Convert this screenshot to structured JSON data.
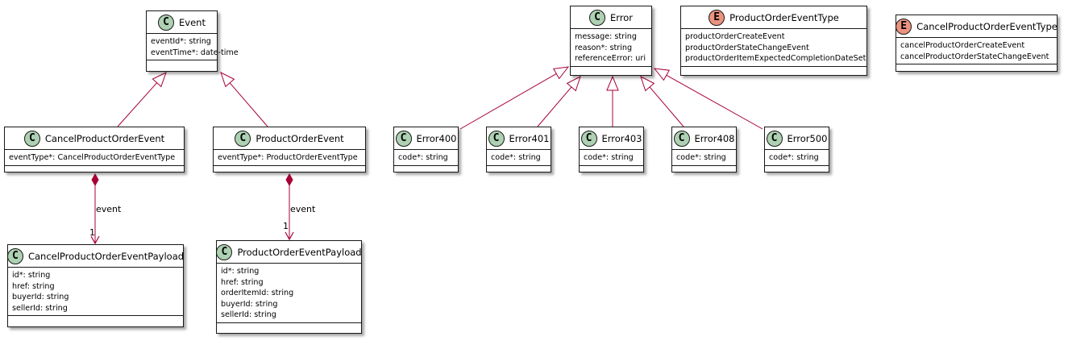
{
  "classes": {
    "event": {
      "name": "Event",
      "stereotype": "C",
      "attributes": [
        "eventId*: string",
        "eventTime*: date-time"
      ]
    },
    "cancel_event": {
      "name": "CancelProductOrderEvent",
      "stereotype": "C",
      "attributes": [
        "eventType*: CancelProductOrderEventType"
      ]
    },
    "product_event": {
      "name": "ProductOrderEvent",
      "stereotype": "C",
      "attributes": [
        "eventType*: ProductOrderEventType"
      ]
    },
    "cancel_payload": {
      "name": "CancelProductOrderEventPayload",
      "stereotype": "C",
      "attributes": [
        "id*: string",
        "href: string",
        "buyerId: string",
        "sellerId: string"
      ]
    },
    "product_payload": {
      "name": "ProductOrderEventPayload",
      "stereotype": "C",
      "attributes": [
        "id*: string",
        "href: string",
        "orderItemId: string",
        "buyerId: string",
        "sellerId: string"
      ]
    },
    "error": {
      "name": "Error",
      "stereotype": "C",
      "attributes": [
        "message: string",
        "reason*: string",
        "referenceError: uri"
      ]
    },
    "error400": {
      "name": "Error400",
      "stereotype": "C",
      "attributes": [
        "code*: string"
      ]
    },
    "error401": {
      "name": "Error401",
      "stereotype": "C",
      "attributes": [
        "code*: string"
      ]
    },
    "error403": {
      "name": "Error403",
      "stereotype": "C",
      "attributes": [
        "code*: string"
      ]
    },
    "error408": {
      "name": "Error408",
      "stereotype": "C",
      "attributes": [
        "code*: string"
      ]
    },
    "error500": {
      "name": "Error500",
      "stereotype": "C",
      "attributes": [
        "code*: string"
      ]
    },
    "product_event_type": {
      "name": "ProductOrderEventType",
      "stereotype": "E",
      "attributes": [
        "productOrderCreateEvent",
        "productOrderStateChangeEvent",
        "productOrderItemExpectedCompletionDateSet"
      ]
    },
    "cancel_event_type": {
      "name": "CancelProductOrderEventType",
      "stereotype": "E",
      "attributes": [
        "cancelProductOrderCreateEvent",
        "cancelProductOrderStateChangeEvent"
      ]
    }
  },
  "relations": [
    {
      "type": "inheritance",
      "from": "cancel_event",
      "to": "event"
    },
    {
      "type": "inheritance",
      "from": "product_event",
      "to": "event"
    },
    {
      "type": "inheritance",
      "from": "error400",
      "to": "error"
    },
    {
      "type": "inheritance",
      "from": "error401",
      "to": "error"
    },
    {
      "type": "inheritance",
      "from": "error403",
      "to": "error"
    },
    {
      "type": "inheritance",
      "from": "error408",
      "to": "error"
    },
    {
      "type": "inheritance",
      "from": "error500",
      "to": "error"
    },
    {
      "type": "composition",
      "from": "cancel_event",
      "to": "cancel_payload",
      "label": "event",
      "multiplicity": "1"
    },
    {
      "type": "composition",
      "from": "product_event",
      "to": "product_payload",
      "label": "event",
      "multiplicity": "1"
    }
  ],
  "colors": {
    "class_circle": "#add1b2",
    "enum_circle": "#eb937f",
    "composition": "#a80036",
    "border": "#181818"
  }
}
